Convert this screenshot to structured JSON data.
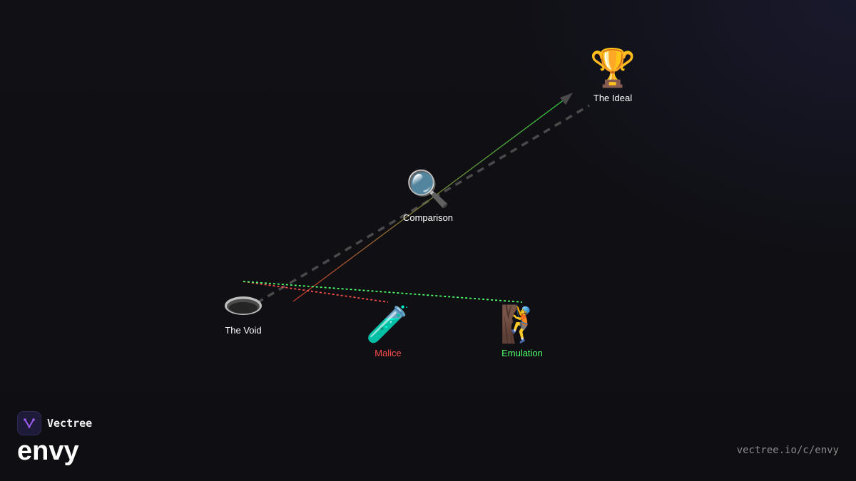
{
  "brand": {
    "name": "Vectree",
    "logo_icon": "vectree-logo-icon",
    "logo_color": "#a05cf0"
  },
  "page": {
    "title": "envy",
    "url": "vectree.io/c/envy"
  },
  "nodes": {
    "ideal": {
      "label": "The Ideal",
      "icon": "trophy-icon",
      "glyph": "🏆",
      "color": "#ffffff"
    },
    "comparison": {
      "label": "Comparison",
      "icon": "magnifying-glass-icon",
      "glyph": "🔍",
      "color": "#ffffff"
    },
    "void": {
      "label": "The Void",
      "icon": "hole-icon",
      "glyph": "",
      "color": "#ffffff"
    },
    "malice": {
      "label": "Malice",
      "icon": "test-tube-icon",
      "glyph": "🧪",
      "color": "#ff4d4d"
    },
    "emulation": {
      "label": "Emulation",
      "icon": "person-climbing-icon",
      "glyph": "🧗",
      "color": "#4dff6a"
    }
  },
  "edges": [
    {
      "from": "void",
      "to": "ideal",
      "style": "dashed",
      "color": "#4a4a4a"
    },
    {
      "from": "malice",
      "to": "ideal",
      "style": "gradient-arrow",
      "color_start": "#c0392b",
      "color_end": "#2ecc40"
    },
    {
      "from": "void",
      "to": "malice",
      "style": "dotted",
      "color": "#ff4d4d"
    },
    {
      "from": "void",
      "to": "emulation",
      "style": "dotted",
      "color": "#4dff6a"
    }
  ]
}
